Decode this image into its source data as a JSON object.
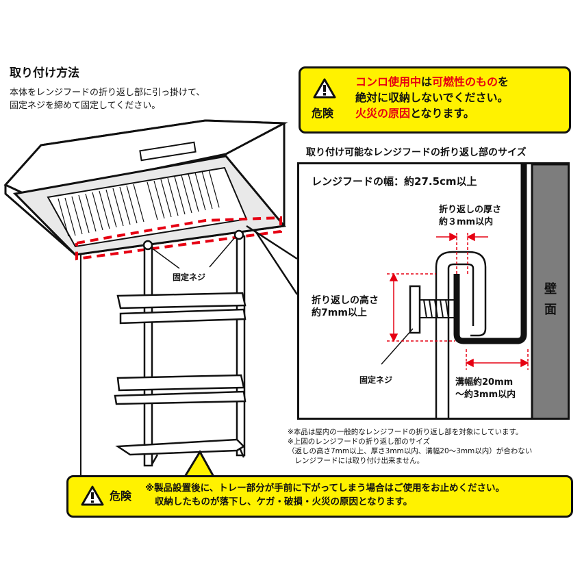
{
  "header": {
    "title": "取り付け方法",
    "description": "本体をレンジフードの折り返し部に引っ掛けて、\n固定ネジを締めて固定してください。"
  },
  "warning_top": {
    "label": "危険",
    "line1_a": "コンロ使用中",
    "line1_b": "は",
    "line1_c": "可燃性のもの",
    "line1_d": "を",
    "line2": "絶対に収納しないでください。",
    "line3_a": "火災の原因",
    "line3_b": "となります。"
  },
  "illustration": {
    "screw_label": "固定ネジ"
  },
  "size_panel": {
    "title": "取り付け可能なレンジフードの折り返し部のサイズ",
    "width_label": "レンジフードの幅：約27.5cm以上",
    "thickness_label": "折り返しの厚さ\n約３mm以内",
    "height_label": "折り返しの高さ\n約7mm以上",
    "screw_label": "固定ネジ",
    "groove_label": "溝幅約20mm\n〜約3mm以内",
    "wall_label": "壁\n面"
  },
  "notes": "※本品は屋内の一般的なレンジフードの折り返し部を対象にしています。\n※上図のレンジフードの折り返し部のサイズ\n（返しの高さ7mm以上、厚さ3mm以内、溝幅20〜3mm以内）が合わない\n　レンジフードには取り付け出来ません。",
  "warning_bottom": {
    "label": "危険",
    "line1": "※製品設置後に、トレー部分が手前に下がってしまう場合はご使用をお止めください。",
    "line2": "収納したものが落下し、ケガ・破損・火災の原因となります。"
  },
  "colors": {
    "warning_yellow": "#fff200",
    "danger_red": "#e60012",
    "wall_gray": "#7d7d7d"
  },
  "icons": [
    "warning-icon"
  ]
}
